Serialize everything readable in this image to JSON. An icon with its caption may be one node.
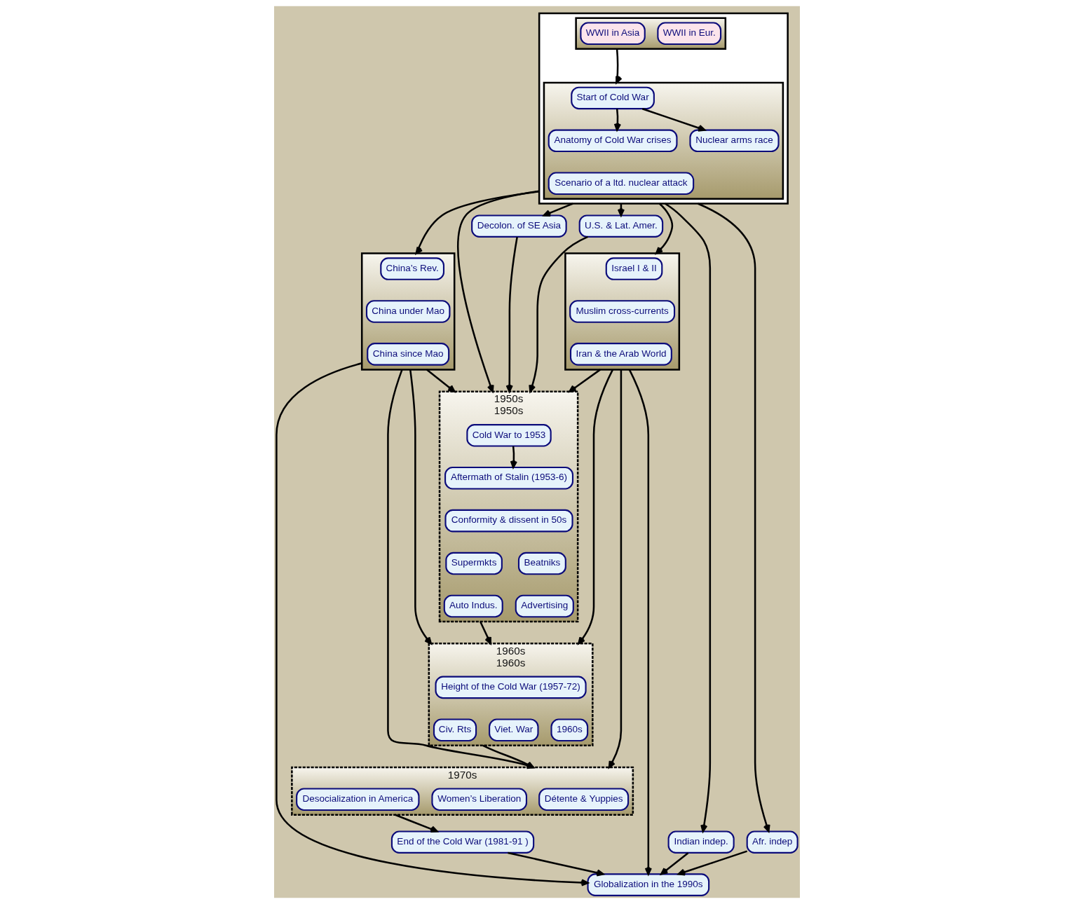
{
  "diagram": {
    "nodes": [
      {
        "text": [],
        "shape": "box"
      },
      {
        "text": [],
        "shape": "box",
        "in": 0
      },
      {
        "text": [
          "WWII in Eur."
        ],
        "in": 1
      },
      {
        "text": [
          "WWII in Asia"
        ],
        "in": 1
      },
      {
        "text": [],
        "shape": "box",
        "in": 0
      },
      {
        "text": [
          "Start of Cold War"
        ],
        "in": 4
      },
      {
        "text": [
          "Anatomy of Cold War crises"
        ],
        "in": 4
      },
      {
        "text": [
          "Nuclear arms race"
        ],
        "in": 4
      },
      {
        "text": [
          "Scenario of a ltd. nuclear attack"
        ],
        "in": 4
      },
      {
        "text": [
          "Decolon. of SE Asia"
        ]
      },
      {
        "text": [
          "U.S. & Lat. Amer."
        ]
      },
      {
        "text": [
          "Indian indep."
        ]
      },
      {
        "text": [],
        "shape": "box"
      },
      {
        "text": [
          "China’s Rev."
        ],
        "in": 12
      },
      {
        "text": [
          "China under Mao"
        ],
        "in": 12
      },
      {
        "text": [
          "China since Mao"
        ],
        "in": 12
      },
      {
        "text": [
          "1950s",
          "1950s"
        ]
      },
      {
        "text": [
          "Cold War to 1953"
        ],
        "in": 16
      },
      {
        "text": [
          "Aftermath of Stalin (1953-6)"
        ],
        "in": 16
      },
      {
        "text": [
          "Conformity & dissent in 50s"
        ],
        "in": 16
      },
      {
        "text": [
          "Beatniks"
        ],
        "in": 16
      },
      {
        "text": [
          "Supermkts"
        ],
        "in": 16
      },
      {
        "text": [
          "Advertising"
        ],
        "in": 16
      },
      {
        "text": [
          "Auto Indus."
        ],
        "in": 16
      },
      {
        "text": [],
        "shape": "box"
      },
      {
        "text": [
          "Israel I & II"
        ],
        "in": 24
      },
      {
        "text": [
          "Muslim cross-currents"
        ],
        "in": 24
      },
      {
        "text": [
          "Iran & the Arab World"
        ],
        "in": 24
      },
      {
        "text": [
          "Afr. indep"
        ]
      },
      {
        "text": [
          "1960s",
          "1960s"
        ]
      },
      {
        "text": [
          "Height of the Cold War (1957-72)"
        ],
        "in": 29
      },
      {
        "text": [
          "1960s"
        ],
        "in": 29
      },
      {
        "text": [
          "Viet. War"
        ],
        "in": 29
      },
      {
        "text": [
          "Civ. Rts"
        ],
        "in": 29
      },
      {
        "text": [
          "1970s"
        ]
      },
      {
        "text": [
          "Détente & Yuppies"
        ],
        "in": 34
      },
      {
        "text": [
          "Women’s Liberation"
        ],
        "in": 34
      },
      {
        "text": [
          "Desocialization in America"
        ],
        "in": 34
      },
      {
        "text": [
          "End of the Cold War (1981-91 )"
        ]
      },
      {
        "text": [
          "Globalization in the 1990s"
        ]
      }
    ],
    "edges": [
      {
        "from": 1,
        "to": 4,
        "arrow": "to"
      },
      {
        "from": 5,
        "to": 6,
        "arrow": "to"
      },
      {
        "from": 5,
        "to": 7,
        "arrow": "to"
      },
      {
        "from": 0,
        "to": 11,
        "arrow": "to"
      },
      {
        "from": 0,
        "to": 12,
        "arrow": "to"
      },
      {
        "from": 0,
        "to": 9,
        "arrow": "to"
      },
      {
        "from": 0,
        "to": 16,
        "arrow": "to"
      },
      {
        "from": 0,
        "to": 10,
        "arrow": "to"
      },
      {
        "from": 0,
        "to": 24,
        "arrow": "to"
      },
      {
        "from": 0,
        "to": 28,
        "arrow": "to"
      },
      {
        "from": 9,
        "to": 16,
        "arrow": "to"
      },
      {
        "from": 10,
        "to": 16,
        "arrow": "to"
      },
      {
        "from": 12,
        "to": 16,
        "arrow": "to"
      },
      {
        "from": 24,
        "to": 16,
        "arrow": "to"
      },
      {
        "from": 17,
        "to": 18,
        "arrow": "to"
      },
      {
        "from": 16,
        "to": 29,
        "arrow": "to"
      },
      {
        "from": 12,
        "to": 29,
        "arrow": "to"
      },
      {
        "from": 24,
        "to": 29,
        "arrow": "to"
      },
      {
        "from": 29,
        "to": 34,
        "arrow": "to"
      },
      {
        "from": 12,
        "to": 34,
        "arrow": "to"
      },
      {
        "from": 24,
        "to": 34,
        "arrow": "to"
      },
      {
        "from": 34,
        "to": 38,
        "arrow": "to"
      },
      {
        "from": 38,
        "to": 39,
        "arrow": "to"
      },
      {
        "from": 11,
        "to": 39,
        "arrow": "to"
      },
      {
        "from": 12,
        "to": 39,
        "arrow": "to"
      },
      {
        "from": 24,
        "to": 39,
        "arrow": "to"
      },
      {
        "from": 28,
        "to": 39,
        "arrow": "to"
      }
    ]
  }
}
